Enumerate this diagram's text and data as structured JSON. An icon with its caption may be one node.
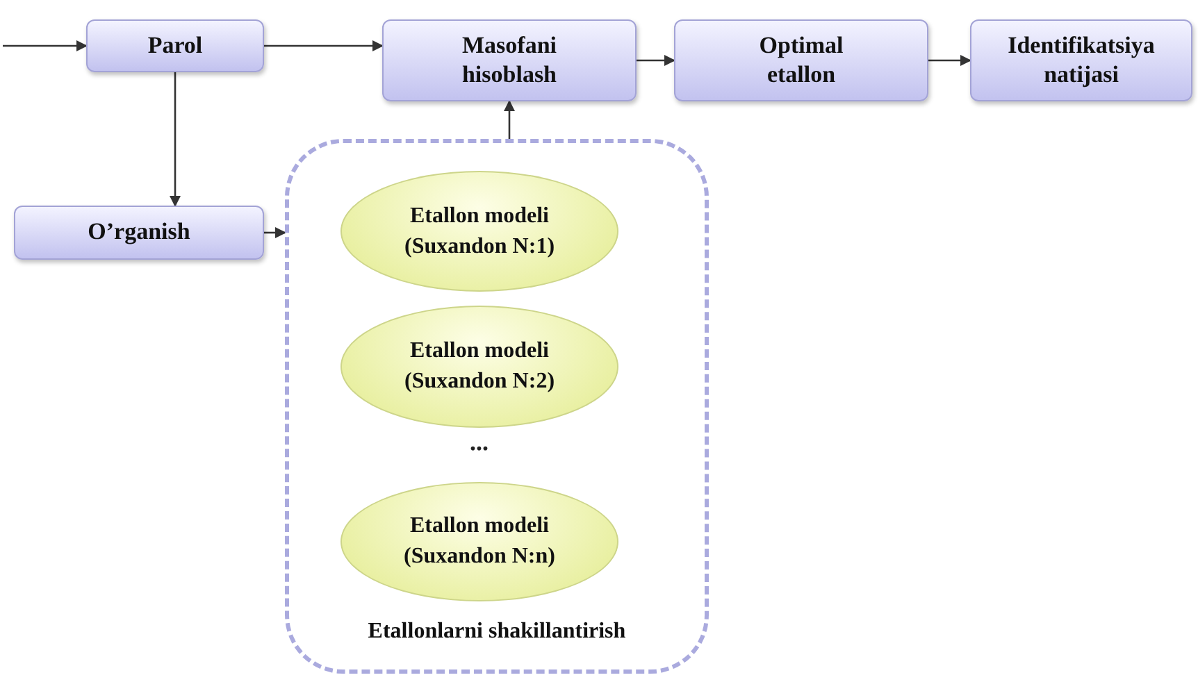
{
  "diagram": {
    "nodes": [
      {
        "text": [
          "Parol"
        ]
      },
      {
        "text": [
          "Masofani hisoblash"
        ]
      },
      {
        "text": [
          "Optimal etallon"
        ]
      },
      {
        "text": [
          "Identifikatsiya natijasi"
        ]
      },
      {
        "text": [
          "O’rganish"
        ]
      },
      {
        "text": [
          "Etallonlarni shakillantirish"
        ]
      },
      {
        "text": [
          "Etallon modeli (Suxandon N:1)"
        ],
        "in": 5
      },
      {
        "text": [
          "Etallon modeli (Suxandon N:2)"
        ],
        "in": 5
      },
      {
        "text": [
          "Etallon modeli (Suxandon N:n)"
        ],
        "in": 5
      }
    ],
    "edges": [
      {
        "from": null,
        "to": 0,
        "arrow": "to"
      },
      {
        "from": 0,
        "to": 1,
        "arrow": "to"
      },
      {
        "from": 1,
        "to": 2,
        "arrow": "to"
      },
      {
        "from": 2,
        "to": 3,
        "arrow": "to"
      },
      {
        "from": 0,
        "to": 4,
        "arrow": "to"
      },
      {
        "from": 4,
        "to": 5,
        "arrow": "to"
      },
      {
        "from": 5,
        "to": 1,
        "arrow": "to"
      }
    ],
    "labels": [
      "..."
    ]
  }
}
